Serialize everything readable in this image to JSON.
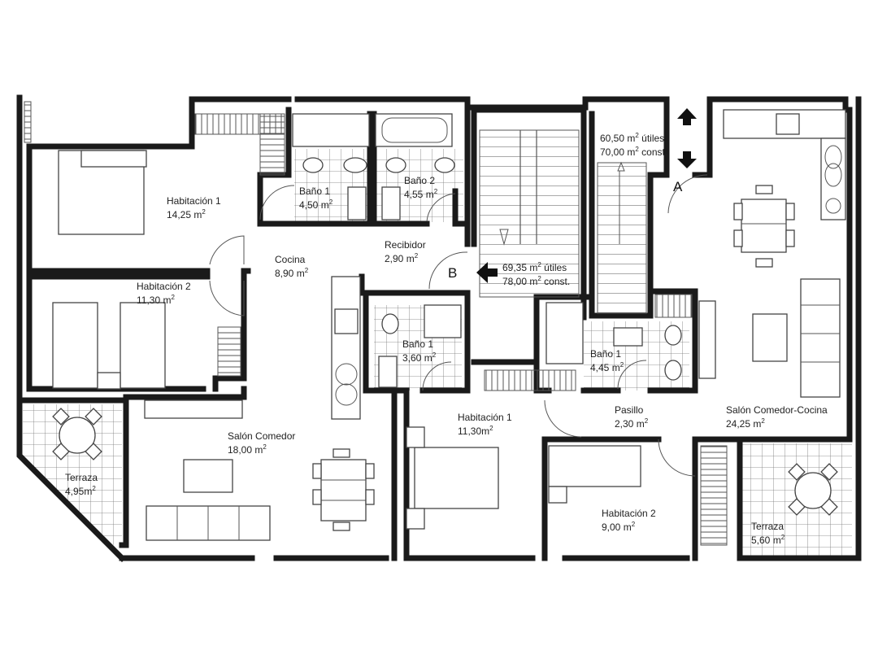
{
  "rooms": {
    "habitacion1_b": {
      "name": "Habitación 1",
      "area": "14,25 m",
      "sup": "2"
    },
    "habitacion2_b": {
      "name": "Habitación 2",
      "area": "11,30 m",
      "sup": "2"
    },
    "bano1_b": {
      "name": "Baño 1",
      "area": "4,50 m",
      "sup": "2"
    },
    "bano2_b": {
      "name": "Baño 2",
      "area": "4,55 m",
      "sup": "2"
    },
    "cocina_b": {
      "name": "Cocina",
      "area": "8,90 m",
      "sup": "2"
    },
    "recibidor_b": {
      "name": "Recibidor",
      "area": "2,90 m",
      "sup": "2"
    },
    "salon_b": {
      "name": "Salón Comedor",
      "area": "18,00 m",
      "sup": "2"
    },
    "terraza_b": {
      "name": "Terraza",
      "area": "4,95m",
      "sup": "2"
    },
    "bano1_a": {
      "name": "Baño 1",
      "area": "3,60 m",
      "sup": "2"
    },
    "habitacion1_a": {
      "name": "Habitación 1",
      "area": "11,30m",
      "sup": "2"
    },
    "bano1_a2": {
      "name": "Baño 1",
      "area": "4,45 m",
      "sup": "2"
    },
    "pasillo_a": {
      "name": "Pasillo",
      "area": "2,30 m",
      "sup": "2"
    },
    "habitacion2_a": {
      "name": "Habitación 2",
      "area": "9,00 m",
      "sup": "2"
    },
    "salon_cocina_a": {
      "name": "Salón Comedor-Cocina",
      "area": "24,25 m",
      "sup": "2"
    },
    "terraza_a": {
      "name": "Terraza",
      "area": "5,60 m",
      "sup": "2"
    }
  },
  "units": {
    "a": {
      "label": "A",
      "utiles": "60,50 m",
      "utiles_sfx": " útiles",
      "const": "70,00 m",
      "const_sfx": " const.",
      "sup": "2"
    },
    "b": {
      "label": "B",
      "utiles": "69,35 m",
      "utiles_sfx": " útiles",
      "const": "78,00 m",
      "const_sfx": " const.",
      "sup": "2"
    }
  },
  "colors": {
    "wall": "#1a1a1a",
    "line": "#555555",
    "background": "#ffffff"
  }
}
